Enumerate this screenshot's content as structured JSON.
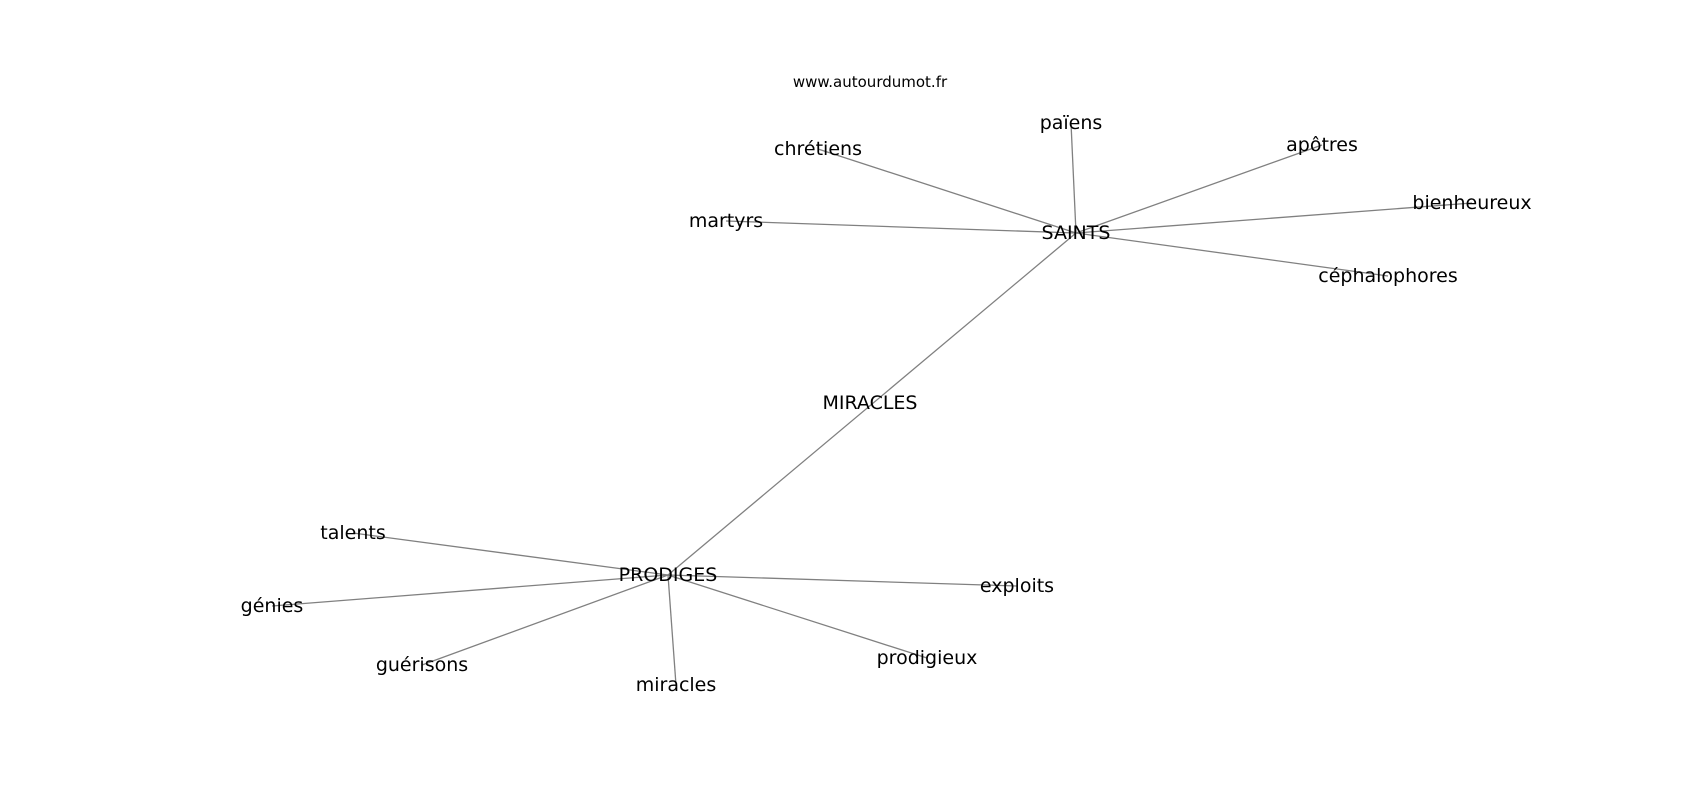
{
  "watermark": "www.autourdumot.fr",
  "colors": {
    "edge": "#808080",
    "label": "#000000",
    "background": "#ffffff"
  },
  "nodes": [
    {
      "id": "miracles_center",
      "label": "MIRACLES"
    },
    {
      "id": "saints",
      "label": "SAINTS"
    },
    {
      "id": "prodiges",
      "label": "PRODIGES"
    },
    {
      "id": "paiens",
      "label": "païens"
    },
    {
      "id": "chretiens",
      "label": "chrétiens"
    },
    {
      "id": "apotres",
      "label": "apôtres"
    },
    {
      "id": "martyrs",
      "label": "martyrs"
    },
    {
      "id": "bienheureux",
      "label": "bienheureux"
    },
    {
      "id": "cephalophores",
      "label": "céphalophores"
    },
    {
      "id": "talents",
      "label": "talents"
    },
    {
      "id": "genies",
      "label": "génies"
    },
    {
      "id": "guerisons",
      "label": "guérisons"
    },
    {
      "id": "miracles_leaf",
      "label": "miracles"
    },
    {
      "id": "prodigieux",
      "label": "prodigieux"
    },
    {
      "id": "exploits",
      "label": "exploits"
    }
  ],
  "edges": [
    [
      "saints",
      "prodiges"
    ],
    [
      "saints",
      "paiens"
    ],
    [
      "saints",
      "chretiens"
    ],
    [
      "saints",
      "apotres"
    ],
    [
      "saints",
      "martyrs"
    ],
    [
      "saints",
      "bienheureux"
    ],
    [
      "saints",
      "cephalophores"
    ],
    [
      "prodiges",
      "talents"
    ],
    [
      "prodiges",
      "genies"
    ],
    [
      "prodiges",
      "guerisons"
    ],
    [
      "prodiges",
      "miracles_leaf"
    ],
    [
      "prodiges",
      "prodigieux"
    ],
    [
      "prodiges",
      "exploits"
    ]
  ]
}
